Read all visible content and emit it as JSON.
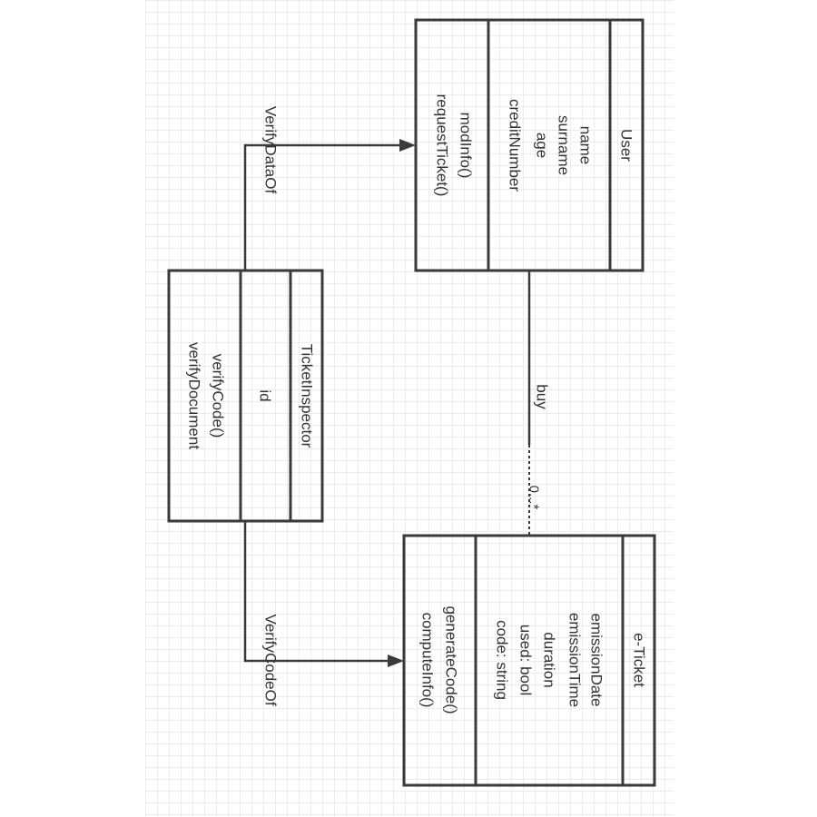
{
  "classes": {
    "user": {
      "name": "User",
      "attributes": [
        "name",
        "surname",
        "age",
        "creditNumber"
      ],
      "methods": [
        "modInfo()",
        "requestTicket()"
      ]
    },
    "ticket_inspector": {
      "name": "TicketInspector",
      "attributes": [
        "id"
      ],
      "methods": [
        "verifyCode()",
        "verifyDocument"
      ]
    },
    "e_ticket": {
      "name": "e-Ticket",
      "attributes": [
        "emissionDate",
        "emissionTime",
        "duration",
        "used: bool",
        "code: string"
      ],
      "methods": [
        "generateCode()",
        "computeInfo()"
      ]
    }
  },
  "relations": {
    "verify_data_of": "VerifyDataOf",
    "verify_code_of": "VerifyCodeOf",
    "buy": "buy",
    "multiplicity": "0...*"
  }
}
